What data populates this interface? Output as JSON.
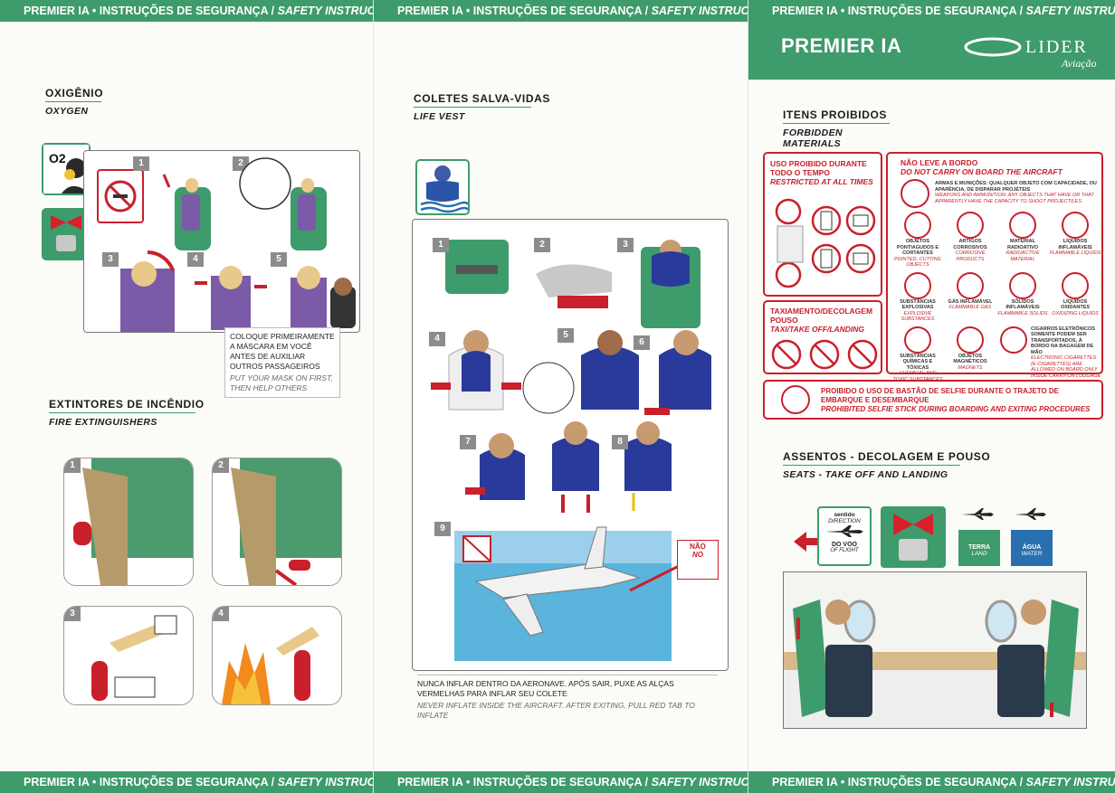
{
  "band": {
    "pt": "PREMIER IA • INSTRUÇÕES DE SEGURANÇA /",
    "en": "SAFETY INSTRUCTIONS"
  },
  "brand": {
    "title": "PREMIER IA",
    "logo_word": "LIDER",
    "logo_script": "Aviação"
  },
  "colors": {
    "green": "#3e9b6b",
    "red": "#c9202b",
    "blue": "#2a6fb0"
  },
  "oxygen": {
    "title": "OXIGÊNIO",
    "subtitle": "OXYGEN",
    "icon_label": "O2",
    "steps": [
      "1",
      "2",
      "3",
      "4",
      "5"
    ],
    "caption_pt": "COLOQUE PRIMEIRAMENTE A MÁSCARA EM VOCÊ ANTES DE AUXILIAR OUTROS PASSAGEIROS",
    "caption_en": "PUT YOUR MASK ON FIRST, THEN HELP OTHERS"
  },
  "extinguishers": {
    "title": "EXTINTORES DE INCÊNDIO",
    "subtitle": "FIRE EXTINGUISHERS",
    "steps": [
      "1",
      "2",
      "3",
      "4"
    ]
  },
  "lifevest": {
    "title": "COLETES SALVA-VIDAS",
    "subtitle": "LIFE VEST",
    "steps": [
      "1",
      "2",
      "3",
      "4",
      "5",
      "6",
      "7",
      "8",
      "9"
    ],
    "nao": "NÃO",
    "no": "NO",
    "caption_pt": "NUNCA INFLAR DENTRO DA AERONAVE. APÓS SAIR, PUXE AS ALÇAS VERMELHAS PARA INFLAR SEU COLETE",
    "caption_en": "NEVER INFLATE INSIDE THE AIRCRAFT. AFTER EXITING, PULL RED TAB TO INFLATE"
  },
  "forbidden": {
    "title": "ITENS PROIBIDOS",
    "subtitle": "FORBIDDEN MATERIALS",
    "restricted": {
      "pt": "USO PROIBIDO DURANTE TODO O TEMPO",
      "en": "RESTRICTED AT ALL TIMES"
    },
    "taxi": {
      "pt": "TAXIAMENTO/DECOLAGEM POUSO",
      "en": "TAXI/TAKE OFF/LANDING"
    },
    "carry": {
      "pt": "NÃO LEVE A BORDO",
      "en": "DO NOT CARRY ON BOARD THE AIRCRAFT"
    },
    "weapons": {
      "pt": "ARMAS E MUNIÇÕES: QUALQUER OBJETO COM CAPACIDADE, OU APARÊNCIA, DE DISPARAR PROJÉTEIS",
      "en": "WEAPONS AND AMMUNITION: ANY OBJECTS THAT HAVE OR THAT APPARENTLY HAVE THE CAPACITY TO SHOOT PROJECTILES"
    },
    "items": [
      {
        "pt": "OBJETOS PONTIAGUDOS E CORTANTES",
        "en": "POINTED, CUTTING OBJECTS"
      },
      {
        "pt": "ARTIGOS CORROSIVOS",
        "en": "CORROSIVE PRODUCTS"
      },
      {
        "pt": "MATERIAL RADIOATIVO",
        "en": "RADIOACTIVE MATERIAL"
      },
      {
        "pt": "LÍQUIDOS INFLAMÁVEIS",
        "en": "FLAMMABLE LIQUIDS"
      },
      {
        "pt": "SUBSTÂNCIAS EXPLOSIVAS",
        "en": "EXPLOSIVE SUBSTANCES"
      },
      {
        "pt": "GÁS INFLAMÁVEL",
        "en": "FLAMMABLE GAS"
      },
      {
        "pt": "SÓLIDOS INFLAMÁVEIS",
        "en": "FLAMMABLE SOLIDS"
      },
      {
        "pt": "LÍQUIDOS OXIDANTES",
        "en": "OXIDIZING LIQUIDS"
      },
      {
        "pt": "SUBSTÂNCIAS QUÍMICAS E TÓXICAS",
        "en": "CHEMICAL AND TOXIC SUBSTANCES"
      },
      {
        "pt": "OBJETOS MAGNÉTICOS",
        "en": "MAGNETS"
      }
    ],
    "ecig": {
      "pt": "CIGARROS ELETRÔNICOS SOMENTE PODEM SER TRANSPORTADOS, À BORDO NA BAGAGEM DE MÃO",
      "en": "ELECTRONIC CIGARETTES (E-CIGARETTES) ARE ALLOWED ON BOARD ONLY INSIDE CARRY-ON LUGGAGE"
    },
    "selfie": {
      "pt": "PROIBIDO O USO DE BASTÃO DE SELFIE DURANTE O TRAJETO DE EMBARQUE E DESEMBARQUE",
      "en": "PROHIBITED SELFIE STICK DURING BOARDING AND EXITING PROCEDURES"
    }
  },
  "seats": {
    "title": "ASSENTOS - DECOLAGEM E POUSO",
    "subtitle": "SEATS - TAKE OFF AND LANDING",
    "direction": {
      "sentido": "sentido",
      "pt1": "DIRECTION",
      "pt2": "DO VOO",
      "en": "OF FLIGHT"
    },
    "land": {
      "pt": "TERRA",
      "en": "LAND"
    },
    "water": {
      "pt": "ÁGUA",
      "en": "WATER"
    }
  }
}
